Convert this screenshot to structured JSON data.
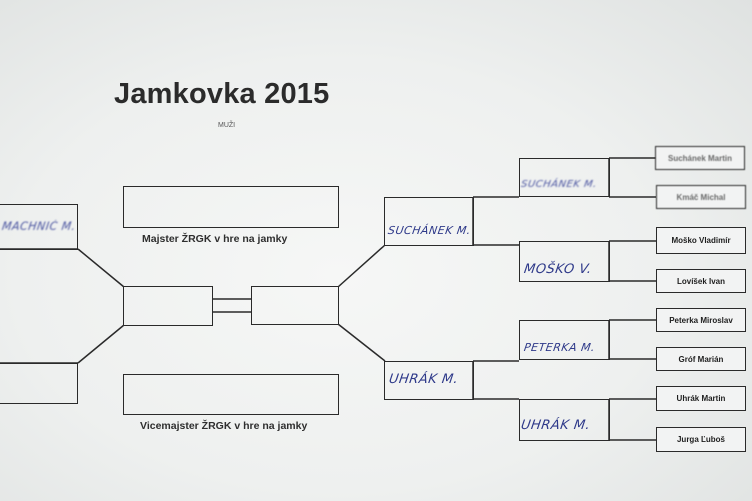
{
  "title": "Jamkovka 2015",
  "subtitle": "MUŽI",
  "champion_caption": "Majster ŽRGK v hre na jamky",
  "vice_caption": "Vicemajster ŽRGK v hre na jamky",
  "players": [
    "Suchánek Martin",
    "Kmáč Michal",
    "Moško Vladimír",
    "Lovíšek Ivan",
    "Peterka Miroslav",
    "Gróf Marián",
    "Uhrák Martin",
    "Jurga Ľuboš"
  ],
  "quarterfinal_winners": [
    "SUCHÁNEK M.",
    "MOŠKO V.",
    "PETERKA M.",
    "UHRÁK M."
  ],
  "semifinal_winners": [
    "SUCHÁNEK M.",
    "UHRÁK M."
  ],
  "left_bracket_entries": [
    "MACHNIČ M."
  ]
}
